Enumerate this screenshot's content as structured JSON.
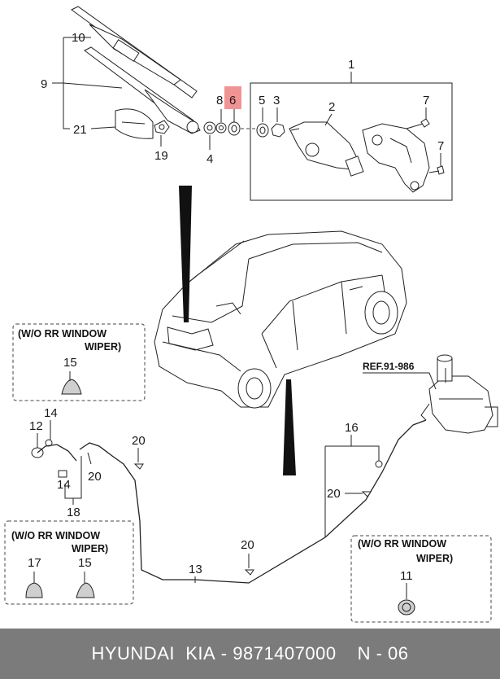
{
  "callouts": {
    "c1": "1",
    "c2": "2",
    "c3": "3",
    "c4": "4",
    "c5": "5",
    "c6": "6",
    "c7a": "7",
    "c7b": "7",
    "c8": "8",
    "c9": "9",
    "c10": "10",
    "c11": "11",
    "c12": "12",
    "c13": "13",
    "c14a": "14",
    "c14b": "14",
    "c15a": "15",
    "c15b": "15",
    "c16": "16",
    "c17": "17",
    "c18": "18",
    "c19": "19",
    "c20a": "20",
    "c20b": "20",
    "c20c": "20",
    "c20d": "20",
    "c21": "21"
  },
  "notes": {
    "box1_line1": "(W/O RR WINDOW",
    "box1_line2": "WIPER)",
    "box2_line1": "(W/O RR WINDOW",
    "box2_line2": "WIPER)",
    "box3_line1": "(W/O RR WINDOW",
    "box3_line2": "WIPER)",
    "ref": "REF.91-986"
  },
  "highlight_color": "#f08080",
  "footer": {
    "brand": "HYUNDAI  KIA",
    "dash": " - ",
    "part_number": "9871407000",
    "page": "N - 06"
  }
}
